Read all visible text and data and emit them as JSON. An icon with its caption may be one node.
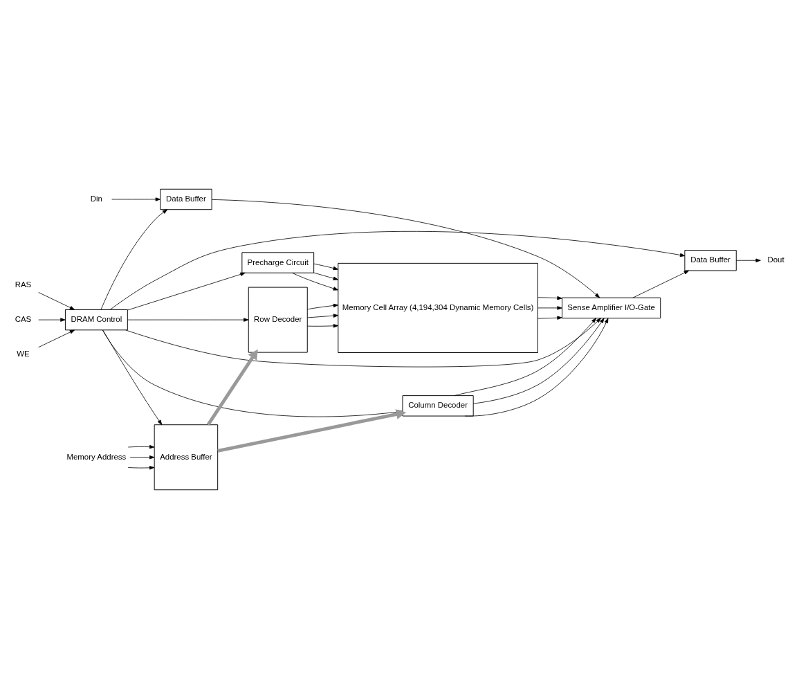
{
  "diagram": {
    "nodes": [
      {
        "text": [
          "DRAM Control"
        ]
      },
      {
        "text": [
          "Precharge Circuit"
        ]
      },
      {
        "text": [
          "Address Buffer"
        ]
      },
      {
        "text": [
          "Row Decoder"
        ]
      },
      {
        "text": [
          "Memory Cell Array (4,194,304 Dynamic Memory Cells)"
        ]
      },
      {
        "text": [
          "Data Buffer"
        ]
      },
      {
        "text": [
          "Sense Amplifier I/O-Gate"
        ]
      },
      {
        "text": [
          "Column Decoder"
        ]
      },
      {
        "text": [
          "Data Buffer"
        ]
      },
      {
        "text": [
          "RAS"
        ]
      },
      {
        "text": [
          "CAS"
        ]
      },
      {
        "text": [
          "WE"
        ]
      },
      {
        "text": [
          "Memory Address"
        ]
      },
      {
        "text": [
          "Din"
        ]
      },
      {
        "text": [
          "Dout"
        ]
      }
    ],
    "edges": [
      {
        "from": 9,
        "to": 0,
        "arrow": "to"
      },
      {
        "from": 10,
        "to": 0,
        "arrow": "to"
      },
      {
        "from": 11,
        "to": 0,
        "arrow": "to"
      },
      {
        "from": 0,
        "to": 8,
        "arrow": "to"
      },
      {
        "from": 0,
        "to": 1,
        "arrow": "to"
      },
      {
        "from": 0,
        "to": 3,
        "arrow": "to"
      },
      {
        "from": 0,
        "to": 2,
        "arrow": "to"
      },
      {
        "from": 0,
        "to": 6,
        "arrow": "to"
      },
      {
        "from": 0,
        "to": 7,
        "arrow": "to"
      },
      {
        "from": 0,
        "to": 5,
        "arrow": "to"
      },
      {
        "from": 12,
        "to": 2,
        "arrow": "to"
      },
      {
        "from": 12,
        "to": 2,
        "arrow": "to"
      },
      {
        "from": 12,
        "to": 2,
        "arrow": "to"
      },
      {
        "from": 2,
        "to": 3,
        "arrow": "to",
        "style": "thick",
        "color": "#999999"
      },
      {
        "from": 2,
        "to": 7,
        "arrow": "to",
        "style": "thick",
        "color": "#999999"
      },
      {
        "from": 1,
        "to": 4,
        "arrow": "to"
      },
      {
        "from": 1,
        "to": 4,
        "arrow": "to"
      },
      {
        "from": 1,
        "to": 4,
        "arrow": "to"
      },
      {
        "from": 3,
        "to": 4,
        "arrow": "to"
      },
      {
        "from": 3,
        "to": 4,
        "arrow": "to"
      },
      {
        "from": 3,
        "to": 4,
        "arrow": "to"
      },
      {
        "from": 4,
        "to": 6,
        "arrow": "to"
      },
      {
        "from": 4,
        "to": 6,
        "arrow": "to"
      },
      {
        "from": 4,
        "to": 6,
        "arrow": "to"
      },
      {
        "from": 7,
        "to": 6,
        "arrow": "to"
      },
      {
        "from": 7,
        "to": 6,
        "arrow": "to"
      },
      {
        "from": 7,
        "to": 6,
        "arrow": "to"
      },
      {
        "from": 13,
        "to": 5,
        "arrow": "to"
      },
      {
        "from": 5,
        "to": 6,
        "arrow": "to"
      },
      {
        "from": 6,
        "to": 8,
        "arrow": "to"
      },
      {
        "from": 8,
        "to": 14,
        "arrow": "to"
      }
    ]
  }
}
